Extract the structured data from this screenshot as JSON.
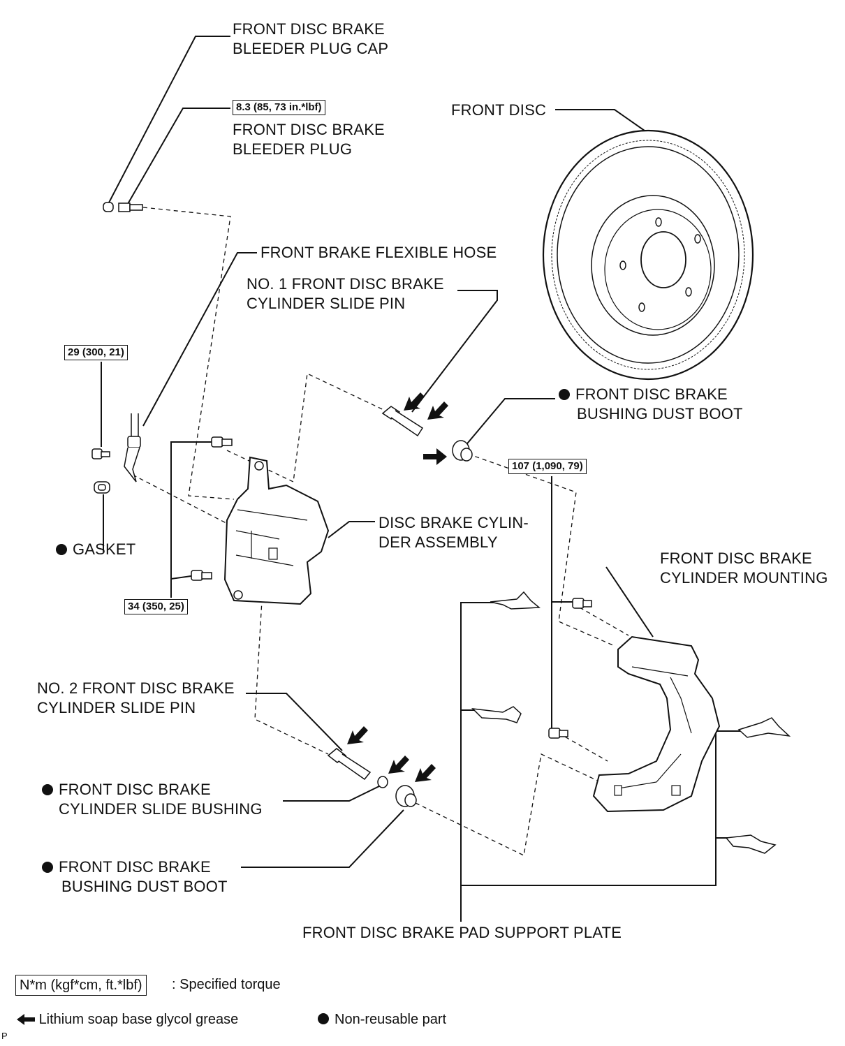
{
  "labels": {
    "bleeder_cap_1": "FRONT DISC BRAKE",
    "bleeder_cap_2": "BLEEDER PLUG CAP",
    "bleeder_plug_1": "FRONT DISC BRAKE",
    "bleeder_plug_2": "BLEEDER PLUG",
    "front_disc": "FRONT DISC",
    "flex_hose": "FRONT BRAKE FLEXIBLE HOSE",
    "slide_pin1_1": "NO. 1 FRONT DISC BRAKE",
    "slide_pin1_2": "CYLINDER SLIDE PIN",
    "dust_boot_top_1": "FRONT DISC BRAKE",
    "dust_boot_top_2": "BUSHING DUST BOOT",
    "gasket": "GASKET",
    "cyl_assembly_1": "DISC BRAKE CYLIN-",
    "cyl_assembly_2": "DER ASSEMBLY",
    "mounting_1": "FRONT DISC BRAKE",
    "mounting_2": "CYLINDER MOUNTING",
    "slide_pin2_1": "NO. 2 FRONT DISC BRAKE",
    "slide_pin2_2": "CYLINDER SLIDE PIN",
    "slide_bushing_1": "FRONT DISC BRAKE",
    "slide_bushing_2": "CYLINDER SLIDE BUSHING",
    "dust_boot_bottom_1": "FRONT DISC BRAKE",
    "dust_boot_bottom_2": "BUSHING DUST BOOT",
    "pad_support": "FRONT DISC BRAKE PAD SUPPORT PLATE"
  },
  "torques": {
    "bleeder": "8.3 (85, 73 in.*lbf)",
    "union_bolt": "29 (300, 21)",
    "cylinder_bolt": "34 (350, 25)",
    "mounting_bolt": "107 (1,090, 79)"
  },
  "legend": {
    "torque_box": "N*m (kgf*cm, ft.*lbf)",
    "torque_desc": ": Specified torque",
    "grease": "Lithium soap base glycol grease",
    "nonreusable": "Non-reusable part"
  },
  "footer_mark": "P"
}
